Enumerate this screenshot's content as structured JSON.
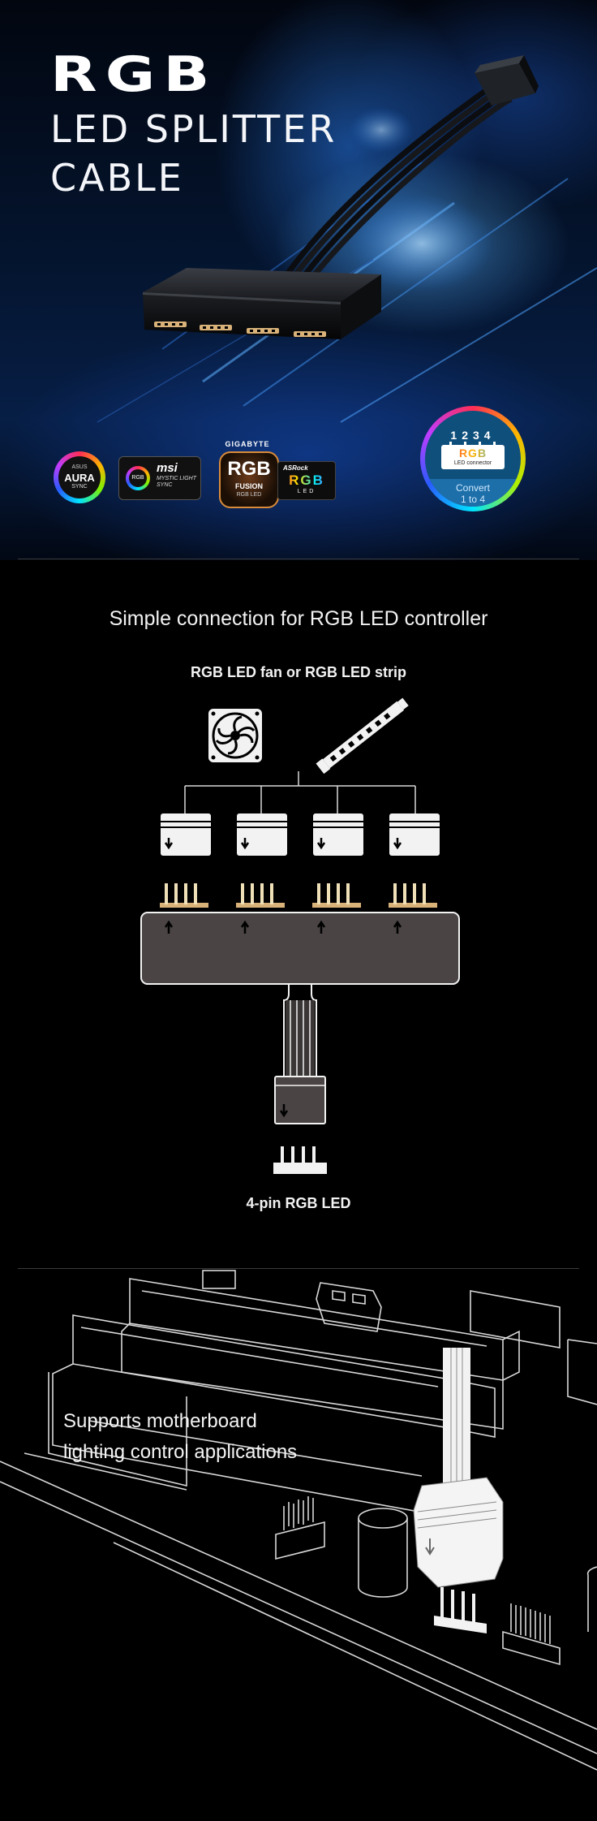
{
  "hero": {
    "brand": "RGB",
    "product_line1": "LED SPLITTER",
    "product_line2": "CABLE",
    "logos": {
      "aura_top": "ASUS",
      "aura_main": "AURA",
      "aura_sub": "SYNC",
      "msi_ring": "RGB",
      "msi_name": "msi",
      "msi_tag": "MYSTIC LIGHT SYNC",
      "gigabyte_top": "GIGABYTE",
      "gigabyte_main": "RGB",
      "gigabyte_fusion": "FUSION",
      "gigabyte_sub": "RGB LED",
      "asrock_brand": "ASRock",
      "asrock_main": "RGB",
      "asrock_led": "LED"
    },
    "badge": {
      "numbers": "1234",
      "title": "RGB",
      "subtitle": "LED connector",
      "convert": "Convert",
      "ratio": "1 to 4"
    }
  },
  "connection": {
    "title": "Simple connection for RGB LED controller",
    "top_label": "RGB LED fan or RGB LED strip",
    "bottom_label": "4-pin RGB LED"
  },
  "motherboard": {
    "line1": "Supports motherboard",
    "line2": "lighting control applications"
  },
  "colors": {
    "background": "#000000",
    "hero_blue": "#0a3a8a",
    "badge_blue": "#0f4f7c",
    "splitter_fill": "#4a4444"
  }
}
